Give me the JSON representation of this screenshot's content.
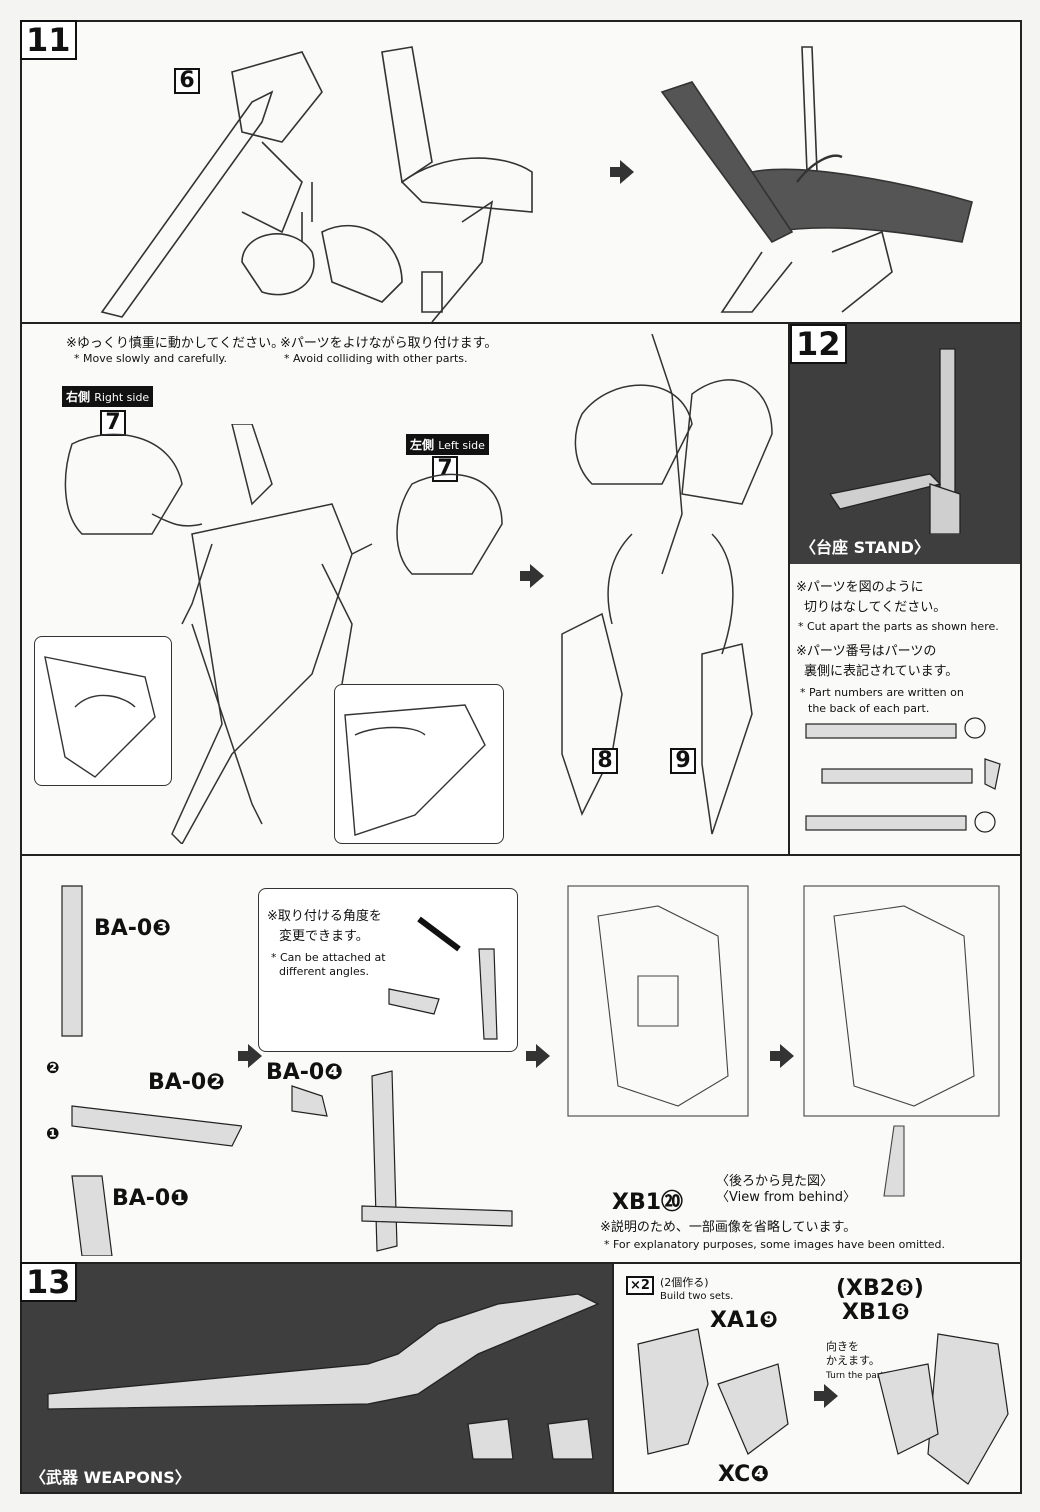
{
  "step11": {
    "number": "11",
    "part_6": "6"
  },
  "step11b": {
    "note1_jp": "※ゆっくり慎重に動かしてください。",
    "note2_jp": "※パーツをよけながら取り付けます。",
    "note1_en": "* Move slowly and carefully.",
    "note2_en": "* Avoid colliding with other parts.",
    "right_side_label": "右側",
    "right_side_en": "Right side",
    "left_side_label": "左側",
    "left_side_en": "Left side",
    "part_7a": "7",
    "part_7b": "7",
    "part_8": "8",
    "part_9": "9"
  },
  "step12": {
    "number": "12",
    "stand_jp": "〈台座",
    "stand_en": "STAND〉",
    "cut_jp_1": "※パーツを図のように",
    "cut_jp_2": "切りはなしてください。",
    "cut_en": "* Cut apart the parts as shown here.",
    "num_jp_1": "※パーツ番号はパーツの",
    "num_jp_2": "裏側に表記されています。",
    "num_en_1": "* Part numbers are written on",
    "num_en_2": "the back of each part."
  },
  "stand_assembly": {
    "ba03": "BA-0❸",
    "ba02": "BA-0❷",
    "ba01": "BA-0❶",
    "ba04": "BA-0❹",
    "order_2": "❷",
    "order_1": "❶",
    "angle_jp_1": "※取り付ける角度を",
    "angle_jp_2": "変更できます。",
    "angle_en_1": "* Can be attached at",
    "angle_en_2": "different angles.",
    "xb1": "XB1⑳",
    "behind_jp": "〈後ろから見た図〉",
    "behind_en": "〈View from behind〉",
    "omit_jp": "※説明のため、一部画像を省略しています。",
    "omit_en": "* For explanatory purposes, some images have been omitted."
  },
  "step13": {
    "number": "13",
    "weapons_jp": "〈武器",
    "weapons_en": "WEAPONS〉",
    "x2": "×2",
    "build_jp": "(2個作る)",
    "build_en": "Build two sets.",
    "xa1": "XA1❾",
    "xc": "XC❹",
    "xb2": "(XB2❽)",
    "xb1": "XB1❽",
    "turn_jp_1": "向きを",
    "turn_jp_2": "かえます。",
    "turn_en": "Turn the parts."
  }
}
